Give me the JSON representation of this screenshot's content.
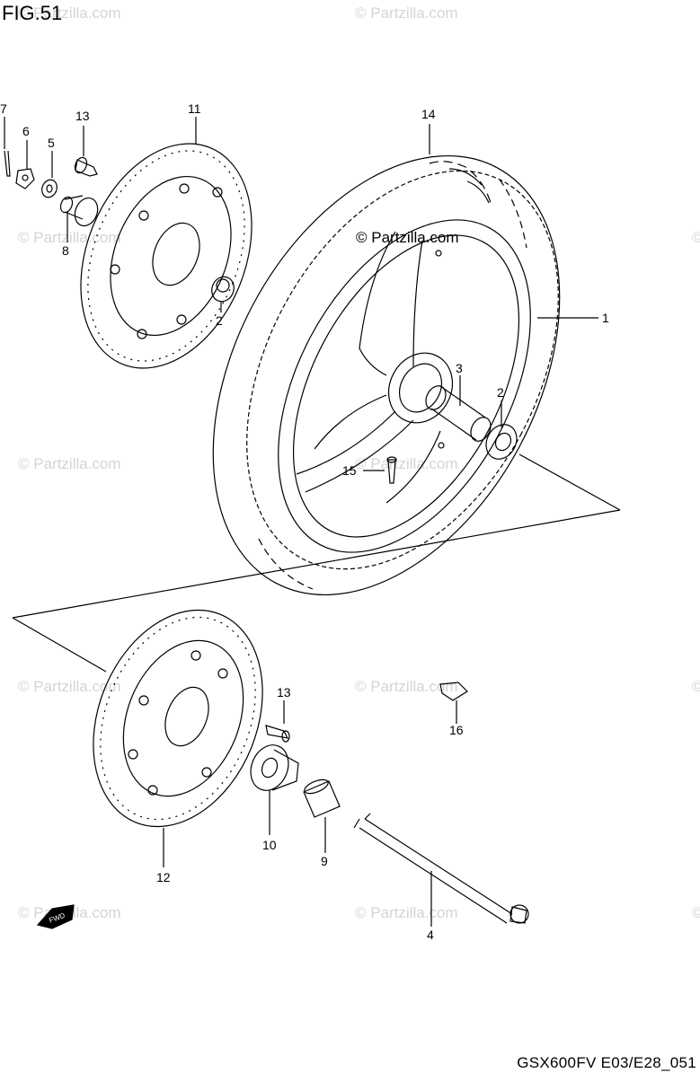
{
  "figure": {
    "title": "FIG.51"
  },
  "footer": {
    "code": "GSX600FV E03/E28_051"
  },
  "watermark": {
    "text": "© Partzilla.com",
    "text_dark": "© Partzilla.com"
  },
  "callouts": {
    "p1": "1",
    "p2a": "2",
    "p2b": "2",
    "p3": "3",
    "p4": "4",
    "p5": "5",
    "p6": "6",
    "p7": "7",
    "p8": "8",
    "p9": "9",
    "p10": "10",
    "p11": "11",
    "p12": "12",
    "p13a": "13",
    "p13b": "13",
    "p14": "14",
    "p15": "15",
    "p16": "16"
  },
  "fwd_badge": "FWD"
}
